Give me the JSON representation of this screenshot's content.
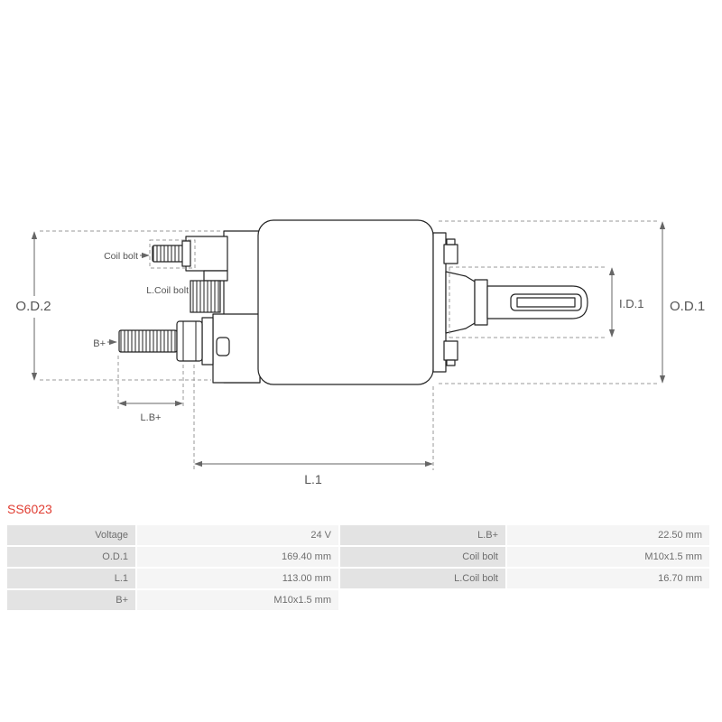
{
  "part_number": "SS6023",
  "colors": {
    "part_number_red": "#e03c31",
    "table_label_bg": "#e3e3e3",
    "table_value_bg": "#f5f5f5",
    "table_text": "#6e6e6e",
    "dimension_text": "#555555"
  },
  "diagram": {
    "labels": {
      "od2": "O.D.2",
      "od1": "O.D.1",
      "id1": "I.D.1",
      "l1": "L.1",
      "lbplus": "L.B+",
      "bplus": "B+",
      "coil_bolt": "Coil bolt",
      "lcoil_bolt": "L.Coil bolt"
    }
  },
  "table": {
    "rows": [
      {
        "c0": "Voltage",
        "c1": "24 V",
        "c2": "L.B+",
        "c3": "22.50 mm"
      },
      {
        "c0": "O.D.1",
        "c1": "169.40 mm",
        "c2": "Coil bolt",
        "c3": "M10x1.5 mm"
      },
      {
        "c0": "L.1",
        "c1": "113.00 mm",
        "c2": "L.Coil bolt",
        "c3": "16.70 mm"
      },
      {
        "c0": "B+",
        "c1": "M10x1.5 mm",
        "c2": "",
        "c3": ""
      }
    ]
  }
}
